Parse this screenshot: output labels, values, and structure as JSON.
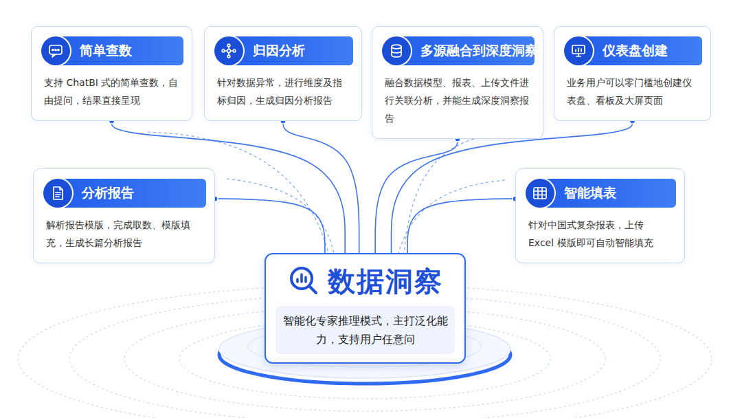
{
  "diagram": {
    "nodes": [
      {
        "text": [
          "简单查数",
          "支持 ChatBI 式的简单查数，自由提问，结果直接呈现"
        ]
      },
      {
        "text": [
          "归因分析",
          "针对数据异常，进行维度及指标归因，生成归因分析报告"
        ]
      },
      {
        "text": [
          "多源融合到深度洞察",
          "融合数据模型、报表、上传文件进行关联分析，并能生成深度洞察报告"
        ]
      },
      {
        "text": [
          "仪表盘创建",
          "业务用户可以零门槛地创建仪表盘、看板及大屏页面"
        ]
      },
      {
        "text": [
          "分析报告",
          "解析报告模版，完成取数、模版填充，生成长篇分析报告"
        ]
      },
      {
        "text": [
          "智能填表",
          "针对中国式复杂报表，上传 Excel 模版即可自动智能填充"
        ]
      },
      {
        "text": [
          "数据洞察",
          "智能化专家推理模式，主打泛化能力，支持用户任意问"
        ]
      }
    ],
    "edges": [
      {
        "from": 6,
        "to": 0,
        "arrow": "none"
      },
      {
        "from": 6,
        "to": 1,
        "arrow": "none"
      },
      {
        "from": 6,
        "to": 2,
        "arrow": "none"
      },
      {
        "from": 6,
        "to": 3,
        "arrow": "none"
      },
      {
        "from": 6,
        "to": 4,
        "arrow": "none"
      },
      {
        "from": 6,
        "to": 5,
        "arrow": "none"
      }
    ]
  }
}
